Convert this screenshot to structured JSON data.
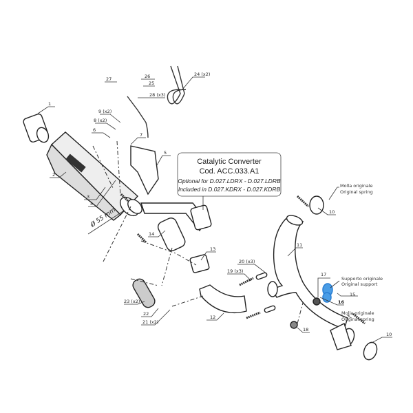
{
  "callouts": {
    "p1": "1",
    "p2": "2",
    "p3": "3",
    "p4": "4",
    "p5": "5",
    "p6": "6",
    "p7": "7",
    "p8": "8 (x2)",
    "p9": "9 (x2)",
    "p10a": "10",
    "p10b": "10",
    "p11": "11",
    "p12": "12",
    "p13": "13",
    "p14": "14",
    "p15": "15",
    "p16": "16",
    "p17": "17",
    "p18": "18",
    "p19": "19 (x3)",
    "p20": "20 (x3)",
    "p21": "21 (x2)",
    "p22": "22",
    "p23": "23 (x2)",
    "p24": "24 (x2)",
    "p25": "25",
    "p26": "26",
    "p27": "27",
    "p28": "28 (x3)"
  },
  "notes": {
    "spring1_it": "Molla originale",
    "spring1_en": "Original spring",
    "spring2_it": "Molla originale",
    "spring2_en": "Original spring",
    "support_it": "Supporto originale",
    "support_en": "Original support",
    "diameter": "Ø 55 mm"
  },
  "catalytic_box": {
    "title": "Catalytic Converter",
    "code": "Cod. ACC.033.A1",
    "optional": "Optional for D.027.LDRX - D.027.LDRB",
    "included": "Included in D.027.KDRX - D.027.KDRB"
  },
  "colors": {
    "highlight": "#2a7fd4"
  }
}
